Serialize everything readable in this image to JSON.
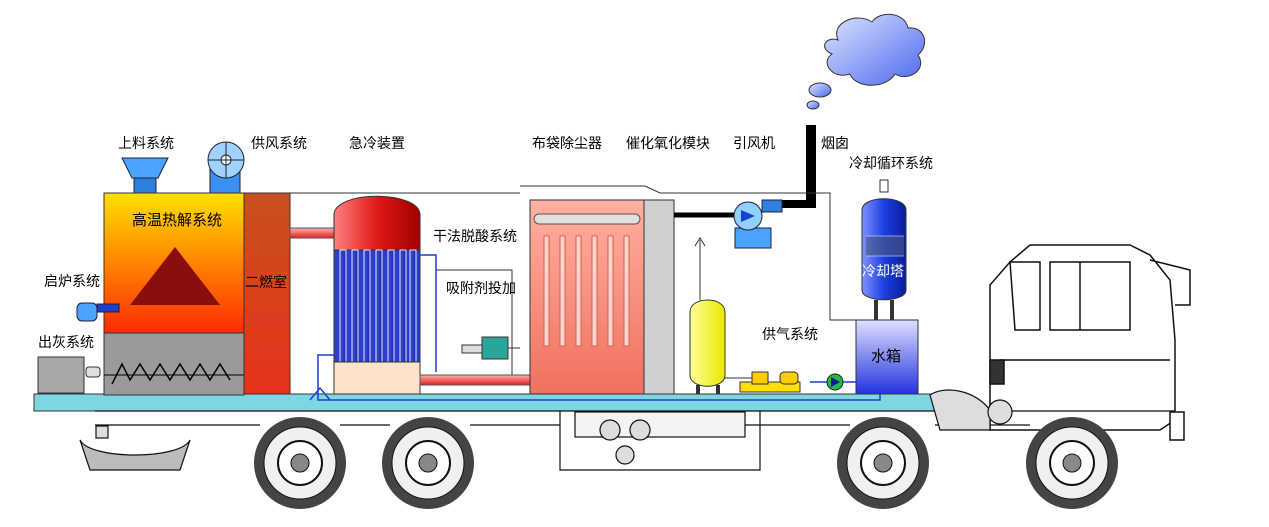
{
  "labels": {
    "feeding": "上料系统",
    "air_supply": "供风系统",
    "quench": "急冷装置",
    "bag_filter": "布袋除尘器",
    "catalytic": "催化氧化模块",
    "induced_fan": "引风机",
    "chimney": "烟囱",
    "cooling_cycle": "冷却循环系统",
    "pyrolysis": "高温热解系统",
    "dry_deacid": "干法脱酸系统",
    "ignition": "启炉系统",
    "secondary_chamber": "二燃室",
    "adsorbent": "吸附剂投加",
    "ash_out": "出灰系统",
    "gas_supply": "供气系统",
    "cooling_tower": "冷却塔",
    "water_tank": "水箱"
  },
  "colors": {
    "platform": "#7fd6e3",
    "furnace_top": "#ffe000",
    "furnace_bottom": "#ff3300",
    "chamber": "#e03a1e",
    "quench_red": "#e02020",
    "cooling_blue": "#1b3fd1",
    "cloud": "#5a78f0",
    "gas_tank": "#ffff66",
    "fan_blue": "#4aa3ff"
  }
}
